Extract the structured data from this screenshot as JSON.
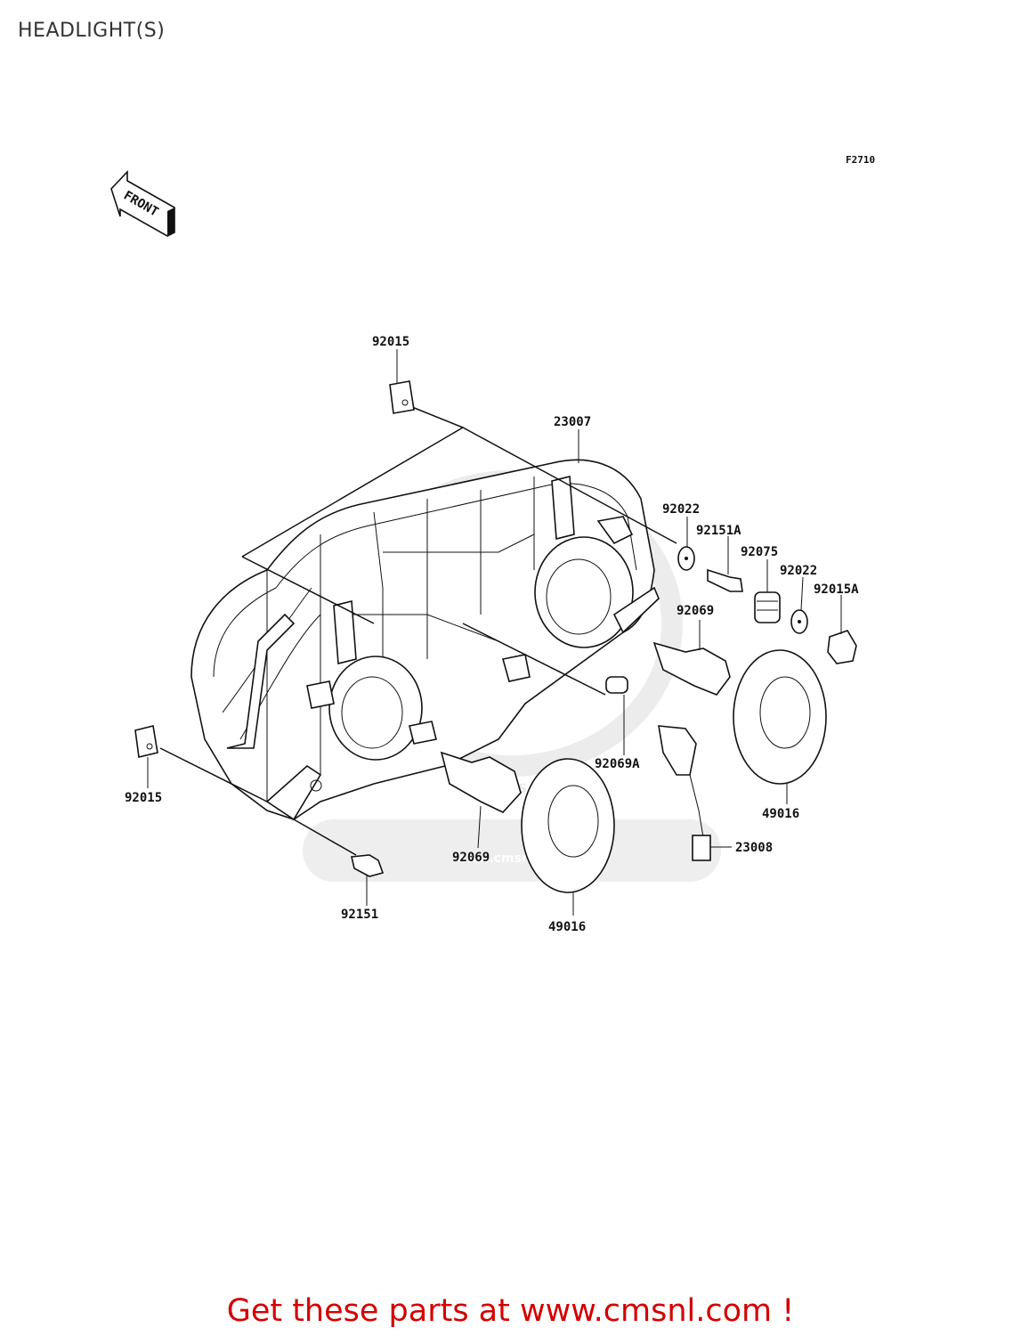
{
  "page": {
    "title": "HEADLIGHT(S)",
    "ref_code": "F2710",
    "front_label": "FRONT",
    "watermark": "www.cmsnl.com",
    "watermark_logo": "CMS",
    "footer": "Get these parts at www.cmsnl.com !"
  },
  "parts": {
    "p_92015_top": "92015",
    "p_23007": "23007",
    "p_92022_a": "92022",
    "p_92151A": "92151A",
    "p_92075": "92075",
    "p_92022_b": "92022",
    "p_92015A": "92015A",
    "p_92069_r": "92069",
    "p_92069A": "92069A",
    "p_49016_r": "49016",
    "p_23008": "23008",
    "p_92015_left": "92015",
    "p_92069_b": "92069",
    "p_49016_b": "49016",
    "p_92151": "92151"
  },
  "colors": {
    "footer": "#d40000",
    "line": "#111111",
    "watermark": "#e9e9e9"
  }
}
